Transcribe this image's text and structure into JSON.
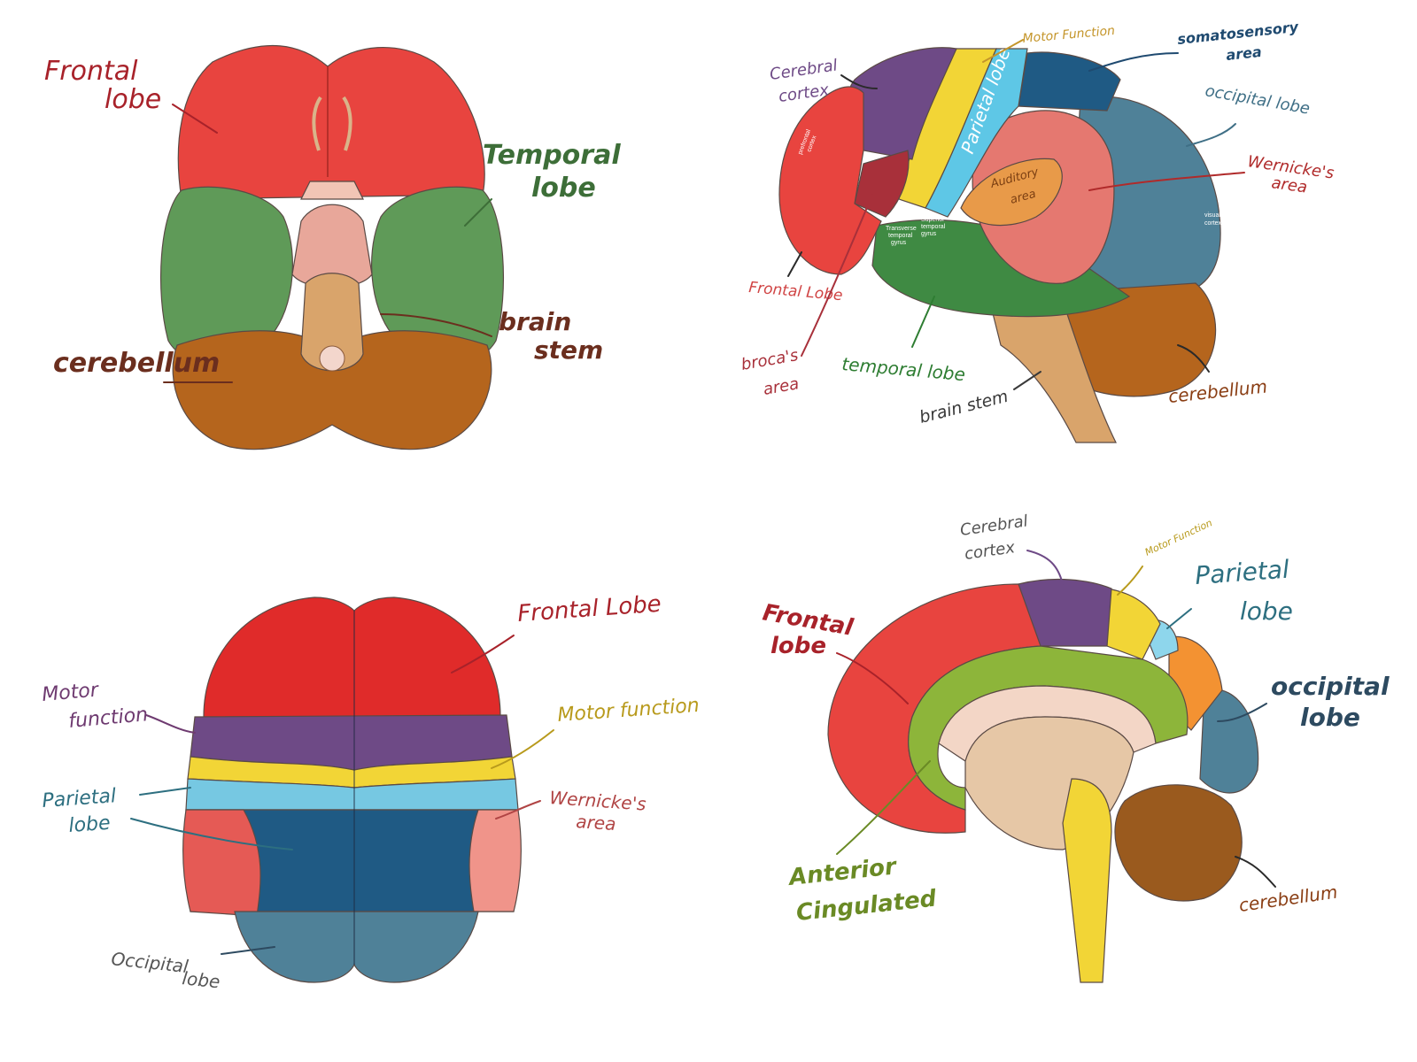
{
  "colors": {
    "frontal": "#e8443f",
    "temporal": "#5f9a58",
    "cerebellum": "#b5651d",
    "brainstem": "#d9a46b",
    "motor": "#6e4a86",
    "motor_function": "#f2d536",
    "somatosensory": "#5ec7e6",
    "parietal_dark": "#1f5a84",
    "occipital": "#4f8198",
    "wernicke": "#e57870",
    "auditory": "#e89a49",
    "cingulate": "#8db53a",
    "parietal_orange": "#f39232"
  },
  "diagram1": {
    "frontal_label_line1": "Frontal",
    "frontal_label_line2": "lobe",
    "temporal_label_line1": "Temporal",
    "temporal_label_line2": "lobe",
    "cerebellum_label": "cerebellum",
    "brainstem_label_line1": "brain",
    "brainstem_label_line2": "stem"
  },
  "diagram2": {
    "cerebral_cortex_line1": "Cerebral",
    "cerebral_cortex_line2": "cortex",
    "motor_function": "Motor Function",
    "somatosensory_line1": "somatosensory",
    "somatosensory_line2": "area",
    "occipital_lobe": "occipital lobe",
    "wernicke_line1": "Wernicke's",
    "wernicke_line2": "area",
    "prefrontal_line1": "prefrontal",
    "prefrontal_line2": "cortex",
    "parietal_lobe": "Parietal lobe",
    "auditory_line1": "Auditory",
    "auditory_line2": "area",
    "transverse_line1": "Transverse",
    "transverse_line2": "temporal",
    "transverse_line3": "gyrus",
    "superior_line1": "Superior",
    "superior_line2": "temporal",
    "superior_line3": "gyrus",
    "visual_line1": "visual",
    "visual_line2": "cortex",
    "frontal_lobe": "Frontal Lobe",
    "broca_line1": "broca's",
    "broca_line2": "area",
    "temporal_lobe": "temporal lobe",
    "brain_stem": "brain stem",
    "cerebellum": "cerebellum"
  },
  "diagram3": {
    "frontal_lobe": "Frontal Lobe",
    "motor_left_line1": "Motor",
    "motor_left_line2": "function",
    "motor_right": "Motor function",
    "parietal_line1": "Parietal",
    "parietal_line2": "lobe",
    "wernicke_line1": "Wernicke's",
    "wernicke_line2": "area",
    "occipital_line1": "Occipital",
    "occipital_line2": "lobe"
  },
  "diagram4": {
    "cerebral_cortex_line1": "Cerebral",
    "cerebral_cortex_line2": "cortex",
    "motor_function": "Motor Function",
    "parietal_line1": "Parietal",
    "parietal_line2": "lobe",
    "frontal_line1": "Frontal",
    "frontal_line2": "lobe",
    "occipital_line1": "occipital",
    "occipital_line2": "lobe",
    "anterior_line1": "Anterior",
    "anterior_line2": "Cingulated",
    "cerebellum": "cerebellum"
  }
}
